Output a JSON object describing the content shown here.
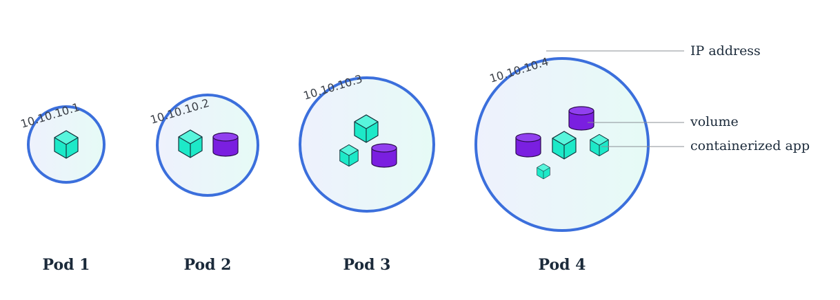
{
  "pods": [
    {
      "label": "Pod 1",
      "ip": "10.10.10.1"
    },
    {
      "label": "Pod 2",
      "ip": "10.10.10.2"
    },
    {
      "label": "Pod 3",
      "ip": "10.10.10.3"
    },
    {
      "label": "Pod 4",
      "ip": "10.10.10.4"
    }
  ],
  "legend": {
    "ip_address": "IP address",
    "volume": "volume",
    "containerized_app": "containerized app"
  },
  "colors": {
    "pod_border": "#3b6fdc",
    "container": "#1de9c8",
    "volume": "#7a1fe0",
    "text": "#1b2a3a"
  }
}
